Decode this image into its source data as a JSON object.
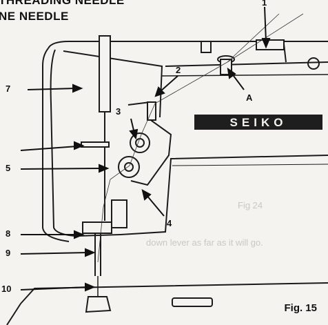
{
  "heading": {
    "line1": "THREADING NEEDLE",
    "line2": "NE NEEDLE"
  },
  "brand": {
    "name": "SEIKO"
  },
  "callouts": {
    "one": "1",
    "two": "2",
    "three": "3",
    "four": "4",
    "five": "5",
    "seven": "7",
    "eight": "8",
    "nine": "9",
    "ten": "10",
    "a": "A"
  },
  "figure": {
    "caption": "Fig. 15"
  },
  "bleed": {
    "line1": "Fig 24",
    "line2": "down lever as far as it will go."
  }
}
